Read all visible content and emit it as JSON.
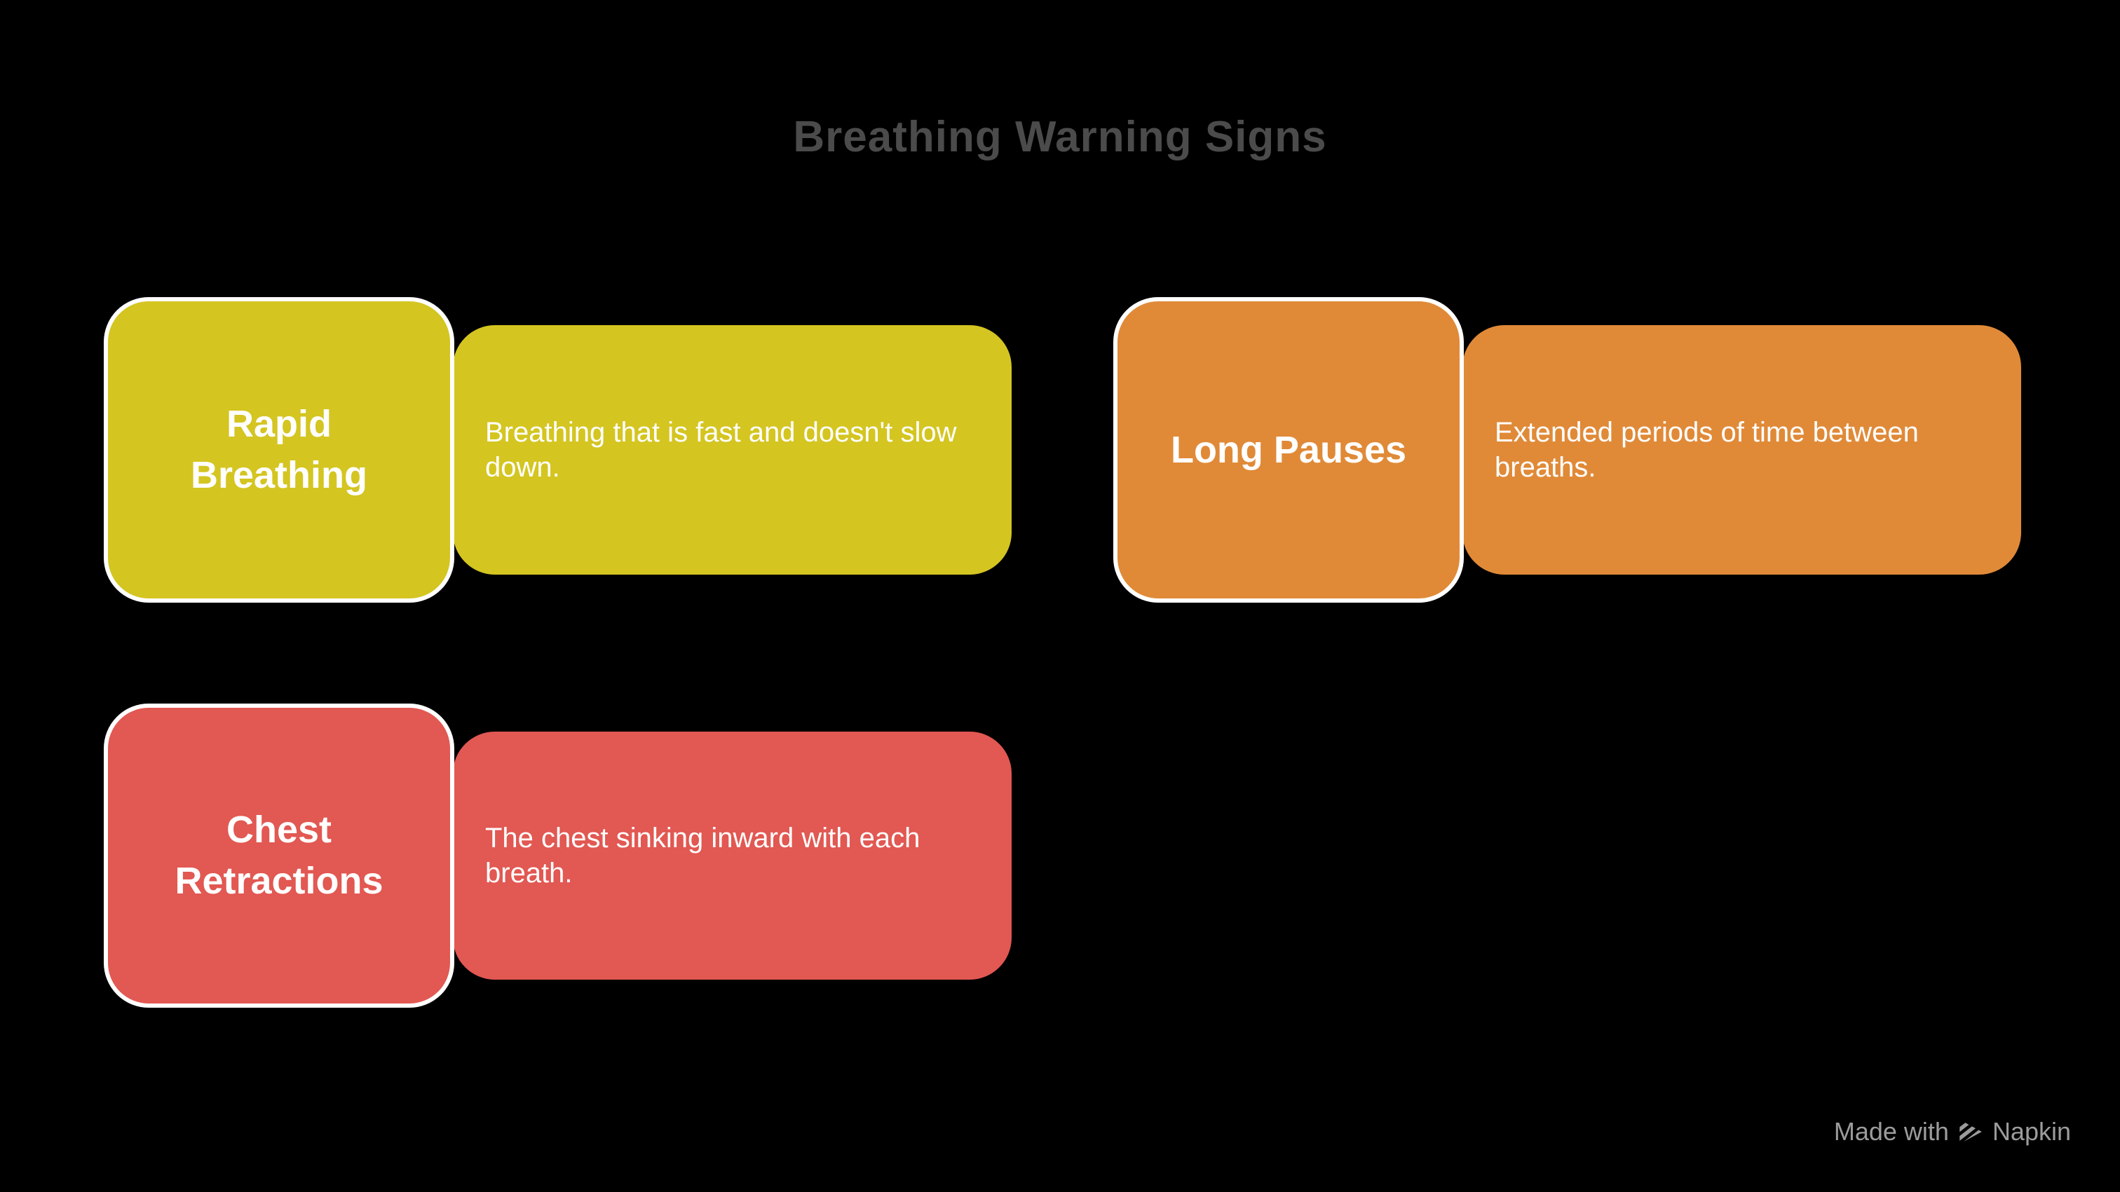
{
  "title": "Breathing Warning Signs",
  "colors": {
    "background": "#000000",
    "title_text": "#4b4b4b",
    "card_text": "#ffffff",
    "badge_border": "#ffffff",
    "watermark": "#9c9c9c",
    "yellow": "#d4c521",
    "orange": "#e08a38",
    "red": "#e25852"
  },
  "cards": [
    {
      "label": "Rapid Breathing",
      "description": "Breathing that is fast and doesn't slow down.",
      "color": "#d4c521"
    },
    {
      "label": "Long Pauses",
      "description": "Extended periods of time between breaths.",
      "color": "#e08a38"
    },
    {
      "label": "Chest Retractions",
      "description": "The chest sinking inward with each breath.",
      "color": "#e25852"
    }
  ],
  "watermark": {
    "prefix": "Made with",
    "brand": "Napkin",
    "icon": "napkin-logo-icon"
  }
}
